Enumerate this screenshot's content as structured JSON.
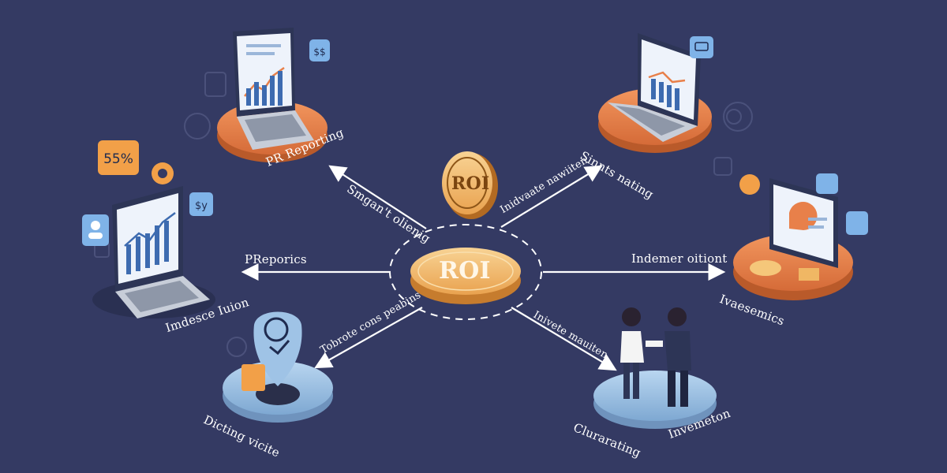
{
  "center": {
    "label": "ROI"
  },
  "top_coin": {
    "label": "ROI"
  },
  "nodes": {
    "top_left": "PR Reporting",
    "top_right": "Sinnts nating",
    "left": "Imdesce Iuion",
    "right": "Ivaesemics",
    "bottom_left": "Dicting vicite",
    "bottom_right_a": "Clurarating",
    "bottom_right_b": "Invemeton"
  },
  "arrows": {
    "top_left": "Smgan't olienig",
    "top_right": "Inidvaate nawiiten",
    "left": "PReporics",
    "right": "Indemer oitiont",
    "bottom_left": "Tobrote cons peabins",
    "bottom_right": "Inivete mauiten"
  },
  "badges": {
    "percent": "55%",
    "dollar_a": "$$",
    "dollar_b": "$y"
  },
  "colors": {
    "background": "#343a63",
    "platform_orange": "#e8804a",
    "platform_blue": "#9fc3e6",
    "coin_gold": "#f0b764",
    "badge_blue": "#7fb3e8",
    "badge_orange": "#f2a048"
  }
}
